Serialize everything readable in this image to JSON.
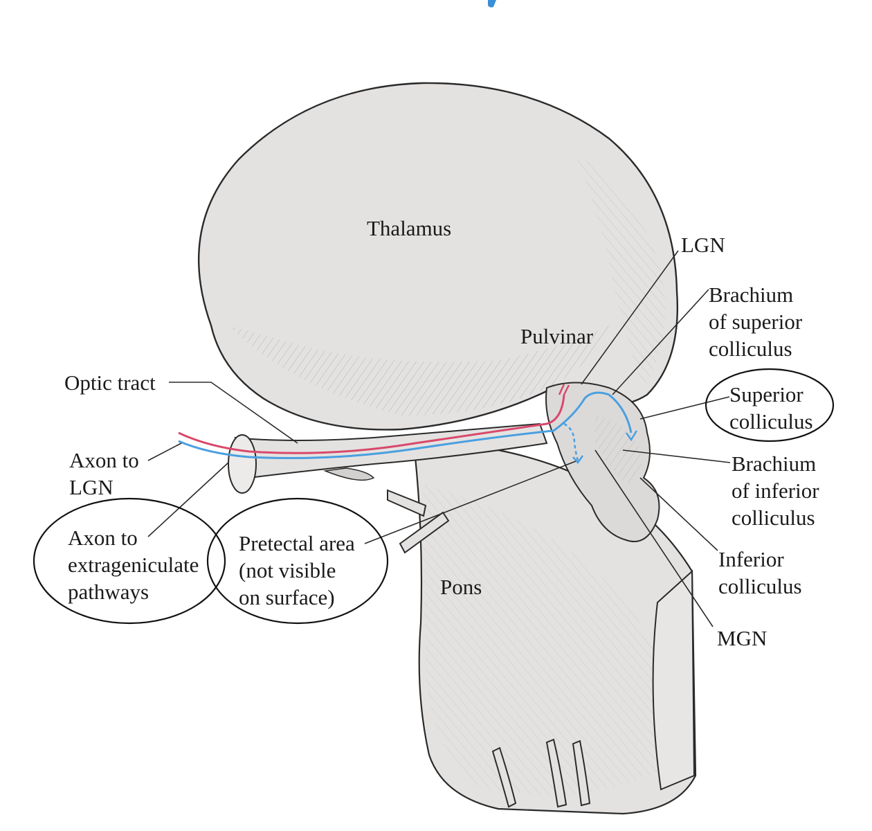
{
  "colors": {
    "background": "#ffffff",
    "tissue": "#e4e2e1",
    "tissue_shade": "#cfcdcc",
    "outline": "#2a2a2a",
    "red_axon": "#d9486b",
    "blue_axon": "#4a9fe0",
    "top_accent": "#3b8fd6"
  },
  "labels": {
    "thalamus": "Thalamus",
    "pulvinar": "Pulvinar",
    "lgn": "LGN",
    "brachium_superior": [
      "Brachium",
      "of superior",
      "colliculus"
    ],
    "superior_colliculus": [
      "Superior",
      "colliculus"
    ],
    "brachium_inferior": [
      "Brachium",
      "of inferior",
      "colliculus"
    ],
    "inferior_colliculus": [
      "Inferior",
      "colliculus"
    ],
    "mgn": "MGN",
    "optic_tract": "Optic tract",
    "axon_to_lgn": [
      "Axon to",
      "LGN"
    ],
    "axon_to_extrageniculate": [
      "Axon to",
      "extrageniculate",
      "pathways"
    ],
    "pretectal_area": [
      "Pretectal area",
      "(not visible",
      "on surface)"
    ],
    "pons": "Pons"
  }
}
